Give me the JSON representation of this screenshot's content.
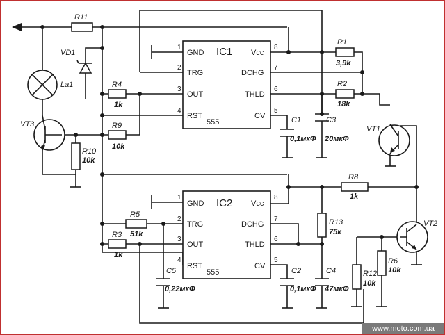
{
  "ic1": {
    "name": "IC1",
    "type": "555",
    "pins": {
      "gnd": "GND",
      "trg": "TRG",
      "out": "OUT",
      "rst": "RST",
      "vcc": "Vcc",
      "dchg": "DCHG",
      "thld": "THLD",
      "cv": "CV"
    },
    "pin_numbers": {
      "gnd": "1",
      "trg": "2",
      "out": "3",
      "rst": "4",
      "vcc": "8",
      "dchg": "7",
      "thld": "6",
      "cv": "5"
    }
  },
  "ic2": {
    "name": "IC2",
    "type": "555",
    "pins": {
      "gnd": "GND",
      "trg": "TRG",
      "out": "OUT",
      "rst": "RST",
      "vcc": "Vcc",
      "dchg": "DCHG",
      "thld": "THLD",
      "cv": "CV"
    },
    "pin_numbers": {
      "gnd": "1",
      "trg": "2",
      "out": "3",
      "rst": "4",
      "vcc": "8",
      "dchg": "7",
      "thld": "6",
      "cv": "5"
    }
  },
  "components": {
    "r11": {
      "ref": "R11"
    },
    "vd1": {
      "ref": "VD1"
    },
    "la1": {
      "ref": "La1"
    },
    "vt3": {
      "ref": "VT3"
    },
    "r4": {
      "ref": "R4",
      "value": "1k"
    },
    "r9": {
      "ref": "R9",
      "value": "10k"
    },
    "r10": {
      "ref": "R10",
      "value": "10k"
    },
    "r1": {
      "ref": "R1",
      "value": "3,9k"
    },
    "r2": {
      "ref": "R2",
      "value": "18k"
    },
    "c1": {
      "ref": "C1",
      "value": "0,1мкФ"
    },
    "c3": {
      "ref": "C3",
      "value": "20мкФ"
    },
    "vt1": {
      "ref": "VT1"
    },
    "r8": {
      "ref": "R8",
      "value": "1k"
    },
    "r5": {
      "ref": "R5",
      "value": "51k"
    },
    "r3": {
      "ref": "R3",
      "value": "1k"
    },
    "c5": {
      "ref": "C5",
      "value": "0,22мкФ"
    },
    "c2": {
      "ref": "C2",
      "value": "0,1мкФ"
    },
    "r13": {
      "ref": "R13",
      "value": "75к"
    },
    "c4": {
      "ref": "C4",
      "value": "47мкФ"
    },
    "r12": {
      "ref": "R12",
      "value": "10k"
    },
    "r6": {
      "ref": "R6",
      "value": "10k"
    },
    "vt2": {
      "ref": "VT2"
    }
  },
  "watermark": "www.moto.com.ua",
  "colors": {
    "wire": "#1a1a1a",
    "frame": "#c03030",
    "watermark_bg": "#7a7a7a"
  }
}
